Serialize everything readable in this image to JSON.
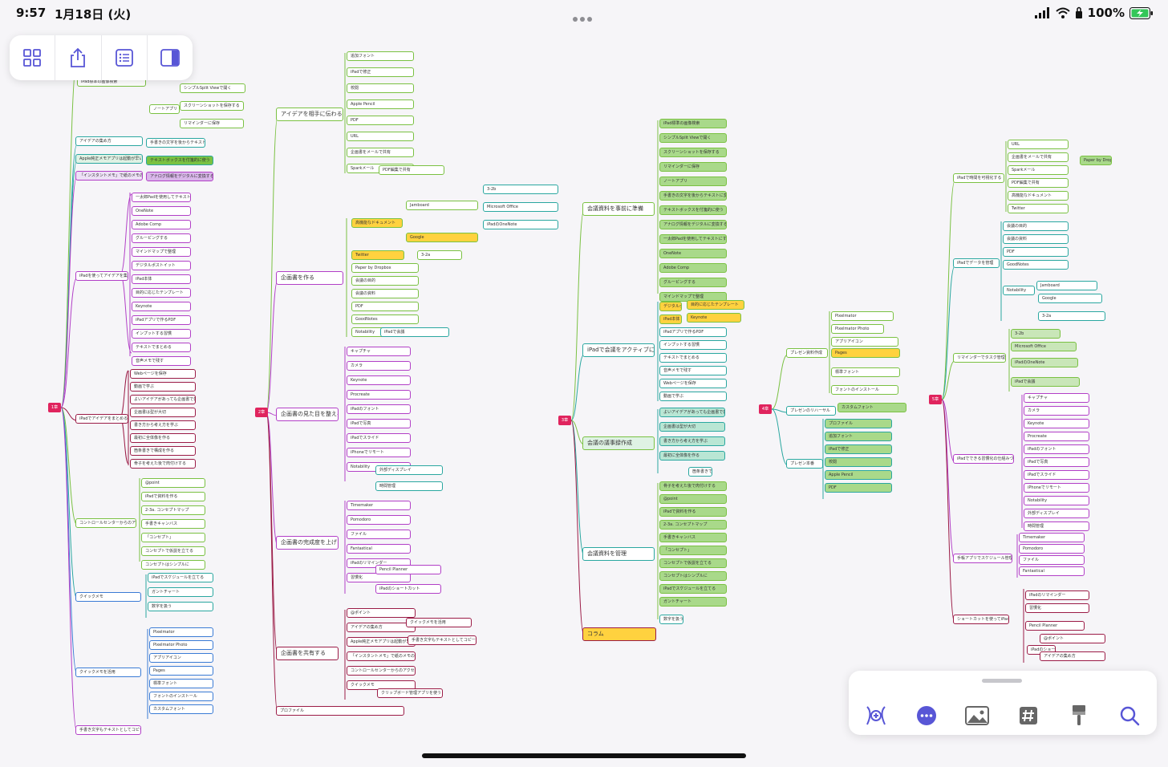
{
  "status_bar": {
    "time": "9:57",
    "date": "1月18日 (火)",
    "battery": "100%"
  },
  "toolbar": {
    "icons": [
      "grid-icon",
      "share-icon",
      "outline-icon",
      "sidebar-icon"
    ]
  },
  "mindmap": {
    "roots": [
      {
        "label": "1章"
      },
      {
        "label": "2章"
      },
      {
        "label": "3章"
      },
      {
        "label": "4章"
      },
      {
        "label": "5章"
      }
    ],
    "branches": [
      {
        "label": "アイデアを相手に伝わる形にする"
      },
      {
        "label": "企画書を作る"
      },
      {
        "label": "企画書の見た目を整える"
      },
      {
        "label": "企画書の完成度を上げる"
      },
      {
        "label": "企画書を共有する"
      },
      {
        "label": "会議資料を事前に準備"
      },
      {
        "label": "iPadで会議をアクティブに進める"
      },
      {
        "label": "会議の議事録作成"
      },
      {
        "label": "会議資料を管理"
      },
      {
        "label": "コラム"
      },
      {
        "label": "iPadを使ってアイデアを集める"
      },
      {
        "label": "iPadでアイデアをまとめる"
      },
      {
        "label": "プレゼン資料作成"
      },
      {
        "label": "プレゼンのリハーサル"
      },
      {
        "label": "プレゼン本番"
      },
      {
        "label": "iPadで時間を可視化する"
      },
      {
        "label": "iPadでデータを管理"
      },
      {
        "label": "リマインダーでタスク管理"
      },
      {
        "label": "iPadでできる習慣化の仕組みづくり"
      },
      {
        "label": "手帳アプリでスケジュール管理"
      },
      {
        "label": "ショートカットを使ってiPadをさらに効率化"
      }
    ],
    "leaves": [
      {
        "label": "アイデアの集め方"
      },
      {
        "label": "Apple純正メモアプリは起動が早い"
      },
      {
        "label": "「インスタントメモ」で紙のメモのようにiPadが使える"
      },
      {
        "label": "コントロールセンターからのアクセス"
      },
      {
        "label": "クイックメモ"
      },
      {
        "label": "クイックメモを活用"
      },
      {
        "label": "手書き文字もテキストとしてコピー可能"
      },
      {
        "label": "クリップボード管理アプリを使う"
      },
      {
        "label": "iPad標準の画像検索"
      },
      {
        "label": "シンプルSplit Viewで開く"
      },
      {
        "label": "スクリーンショットを保存する"
      },
      {
        "label": "リマインダーに保存"
      },
      {
        "label": "ノートアプリ"
      },
      {
        "label": "手書きの文字を後からテキストに変換"
      },
      {
        "label": "テキストボックスを付箋的に使う"
      },
      {
        "label": "アナログ情報をデジタルに変換する"
      },
      {
        "label": "一太郎Padを使用してテキストにする"
      },
      {
        "label": "OneNote"
      },
      {
        "label": "Adobe Comp"
      },
      {
        "label": "グルーピングする"
      },
      {
        "label": "マインドマップで整理"
      },
      {
        "label": "デジタルポストイット"
      },
      {
        "label": "iPad本体"
      },
      {
        "label": "目的に応じたテンプレート"
      },
      {
        "label": "Keynote"
      },
      {
        "label": "iPadアプリで作るPDF"
      },
      {
        "label": "インプットする習慣"
      },
      {
        "label": "テキストでまとめる"
      },
      {
        "label": "音声メモで残す"
      },
      {
        "label": "Webページを保存"
      },
      {
        "label": "動画で学ぶ"
      },
      {
        "label": "よいアイデアがあっても企画書で表現できないと意味がない"
      },
      {
        "label": "企画書は型が大切"
      },
      {
        "label": "書き方から考え方を学ぶ"
      },
      {
        "label": "最初に全体像を作る"
      },
      {
        "label": "箇条書きで構成を作る"
      },
      {
        "label": "骨子を考えた後で肉付けする"
      },
      {
        "label": "@point"
      },
      {
        "label": "iPadで資料を作る"
      },
      {
        "label": "2-3a. コンセプトマップ"
      },
      {
        "label": "手書きキャンバス"
      },
      {
        "label": "「コンセプト」"
      },
      {
        "label": "コンセプトで仮説を立てる"
      },
      {
        "label": "コンセプトはシンプルに"
      },
      {
        "label": "iPadでスケジュールを立てる"
      },
      {
        "label": "ガントチャート"
      },
      {
        "label": "数字を扱う"
      },
      {
        "label": "Pixelmator"
      },
      {
        "label": "Pixelmator Photo"
      },
      {
        "label": "アプリアイコン"
      },
      {
        "label": "Pages"
      },
      {
        "label": "標準フォント"
      },
      {
        "label": "フォントのインストール"
      },
      {
        "label": "カスタムフォント"
      },
      {
        "label": "プロファイル"
      },
      {
        "label": "追加フォント"
      },
      {
        "label": "iPadで修正"
      },
      {
        "label": "校閲"
      },
      {
        "label": "Apple Pencil"
      },
      {
        "label": "PDF"
      },
      {
        "label": "URL"
      },
      {
        "label": "企画書をメールで共有"
      },
      {
        "label": "Sparkメール"
      },
      {
        "label": "PDF編集で共有"
      },
      {
        "label": "高機能なドキュメント"
      },
      {
        "label": "Twitter"
      },
      {
        "label": "Paper by Dropbox"
      },
      {
        "label": "会議の目的"
      },
      {
        "label": "会議の資料"
      },
      {
        "label": "PDF"
      },
      {
        "label": "GoodNotes"
      },
      {
        "label": "Notability"
      },
      {
        "label": "Jamboard"
      },
      {
        "label": "Google"
      },
      {
        "label": "3-2a"
      },
      {
        "label": "3-2b"
      },
      {
        "label": "Microsoft Office"
      },
      {
        "label": "iPadのOneNote"
      },
      {
        "label": "iPadで会議"
      },
      {
        "label": "キャプチャ"
      },
      {
        "label": "カメラ"
      },
      {
        "label": "Keynote"
      },
      {
        "label": "Procreate"
      },
      {
        "label": "iPadのフォント"
      },
      {
        "label": "iPadで写真"
      },
      {
        "label": "iPadでスライド"
      },
      {
        "label": "iPhoneでリモート"
      },
      {
        "label": "Notability"
      },
      {
        "label": "外部ディスプレイ"
      },
      {
        "label": "時間管理"
      },
      {
        "label": "Timemaker"
      },
      {
        "label": "Pomodoro"
      },
      {
        "label": "ファイル"
      },
      {
        "label": "Fantastical"
      },
      {
        "label": "iPadのリマインダー"
      },
      {
        "label": "習慣化"
      },
      {
        "label": "Pencil Planner"
      },
      {
        "label": "iPadのショートカット"
      },
      {
        "label": "@ポイント"
      }
    ]
  },
  "bottom_toolbar": {
    "icons": [
      "focus-icon",
      "more-icon",
      "image-icon",
      "tag-icon",
      "brush-icon",
      "search-icon"
    ]
  },
  "colors": {
    "root": "#e0245e",
    "green": "#7ac142",
    "purple": "#b23fc7",
    "teal": "#2aa7a0",
    "blue": "#3a7bd5",
    "yellow": "#ffd23f",
    "maroon": "#9b1b46",
    "accent": "#5856d6"
  }
}
